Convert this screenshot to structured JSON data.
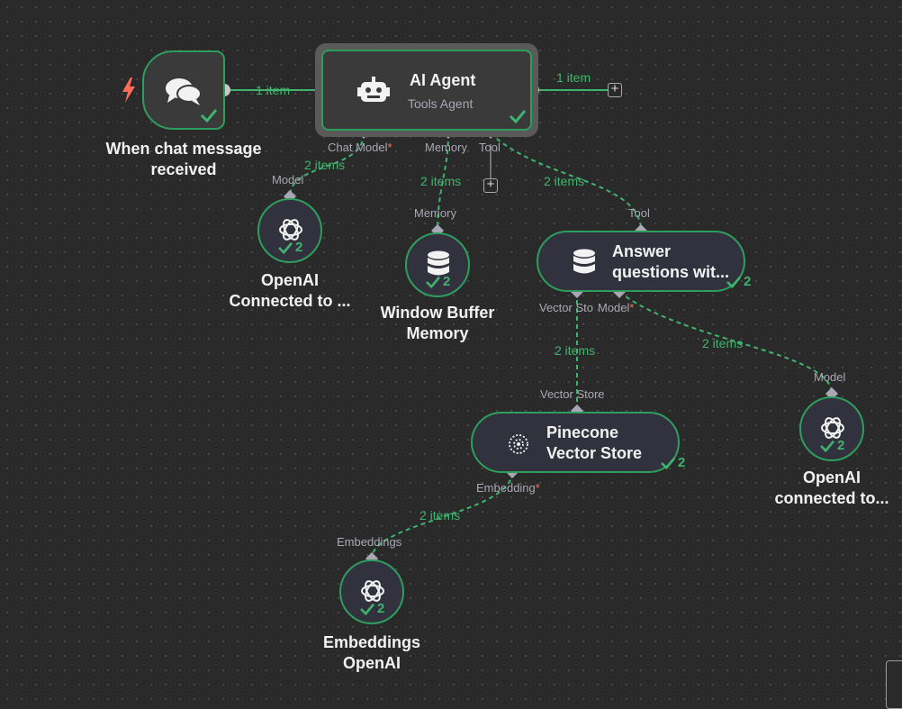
{
  "canvas": {
    "trigger": {
      "title_line1": "When chat message",
      "title_line2": "received",
      "icon": "chat-bubbles-icon"
    },
    "agent": {
      "title": "AI Agent",
      "subtitle": "Tools Agent",
      "icon": "robot-icon"
    },
    "openai_chat": {
      "title_line1": "OpenAI",
      "title_line2": "Connected to ...",
      "count": "2",
      "icon": "openai-icon"
    },
    "memory_node": {
      "title_line1": "Window Buffer",
      "title_line2": "Memory",
      "count": "2",
      "icon": "database-icon"
    },
    "answer_tool": {
      "title_line1": "Answer",
      "title_line2": "questions wit...",
      "count": "2",
      "icon": "database-icon"
    },
    "pinecone": {
      "title_line1": "Pinecone",
      "title_line2": "Vector Store",
      "count": "2",
      "icon": "pinecone-icon"
    },
    "openai_model2": {
      "title_line1": "OpenAI",
      "title_line2": "connected to...",
      "count": "2",
      "icon": "openai-icon"
    },
    "embeddings": {
      "title_line1": "Embeddings",
      "title_line2": "OpenAI",
      "count": "2",
      "icon": "openai-icon"
    },
    "ports": {
      "chat_model": "Chat Model",
      "memory": "Memory",
      "tool": "Tool",
      "model": "Model",
      "memory_in": "Memory",
      "tool_in": "Tool",
      "vector_store_out": "Vector Sto",
      "model_out": "Model",
      "model_in2": "Model",
      "vector_store_in": "Vector Store",
      "embedding_out": "Embedding",
      "embeddings_in": "Embeddings",
      "required_mark": "*"
    },
    "edges": {
      "trigger_to_agent": "1 item",
      "agent_out": "1 item",
      "chat_model": "2 items",
      "memory": "2 items",
      "tool": "2 items",
      "vector_store": "2 items",
      "model2": "2 items",
      "embedding": "2 items"
    },
    "colors": {
      "success": "#2e9e5e",
      "trigger_bolt": "#ff6d5a",
      "canvas_bg": "#2a2a2a"
    }
  }
}
